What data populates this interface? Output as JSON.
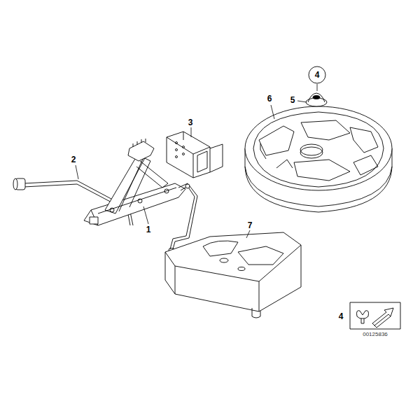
{
  "diagram": {
    "nodes": [
      {
        "text": [
          "4"
        ]
      }
    ],
    "edges": [],
    "labels": [
      "5",
      "6",
      "3",
      "2",
      "1",
      "7",
      "4",
      "00125836"
    ]
  }
}
